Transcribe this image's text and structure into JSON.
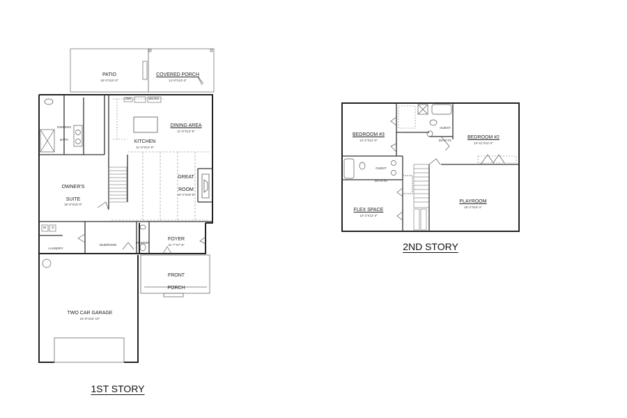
{
  "plans": [
    {
      "title": "1ST STORY",
      "rooms": [
        {
          "name": "PATIO",
          "dim": "18'-0\"X10'-0\""
        },
        {
          "name": "COVERED PORCH",
          "dim": "14'-8\"X10'-0\""
        },
        {
          "name": "OWNERS BATH",
          "dim": ""
        },
        {
          "name": "DINING AREA",
          "dim": "11'-8\"X12'-8\""
        },
        {
          "name": "KITCHEN",
          "dim": "11'-8\"X12'-8\""
        },
        {
          "name": "GREAT ROOM",
          "dim": "18'-2\"X18'-8\""
        },
        {
          "name": "OWNER'S SUITE",
          "dim": "15'-8\"X15'-0\""
        },
        {
          "name": "LAUNDRY",
          "dim": ""
        },
        {
          "name": "MUDROOM",
          "dim": ""
        },
        {
          "name": "POWDER",
          "dim": ""
        },
        {
          "name": "FOYER",
          "dim": "11'-7\"X7'-8\""
        },
        {
          "name": "FRONT PORCH",
          "dim": ""
        },
        {
          "name": "TWO CAR GARAGE",
          "dim": "22'-8\"X22'-10\""
        }
      ],
      "fixtures": {
        "dw": "DW",
        "micro": "MICRO",
        "washer": "W",
        "dryer": "D"
      }
    },
    {
      "title": "2ND STORY",
      "rooms": [
        {
          "name": "BEDROOM #3",
          "dim": "12'-2\"X12'-0\""
        },
        {
          "name": "GUEST BATH #1",
          "dim": ""
        },
        {
          "name": "BEDROOM #2",
          "dim": "13'-11\"X11'-0\""
        },
        {
          "name": "GUEST BATH #2",
          "dim": ""
        },
        {
          "name": "PLAYROOM",
          "dim": "18'-3\"X15'-2\""
        },
        {
          "name": "FLEX SPACE",
          "dim": "12'-2\"X11'-3\""
        }
      ]
    }
  ]
}
